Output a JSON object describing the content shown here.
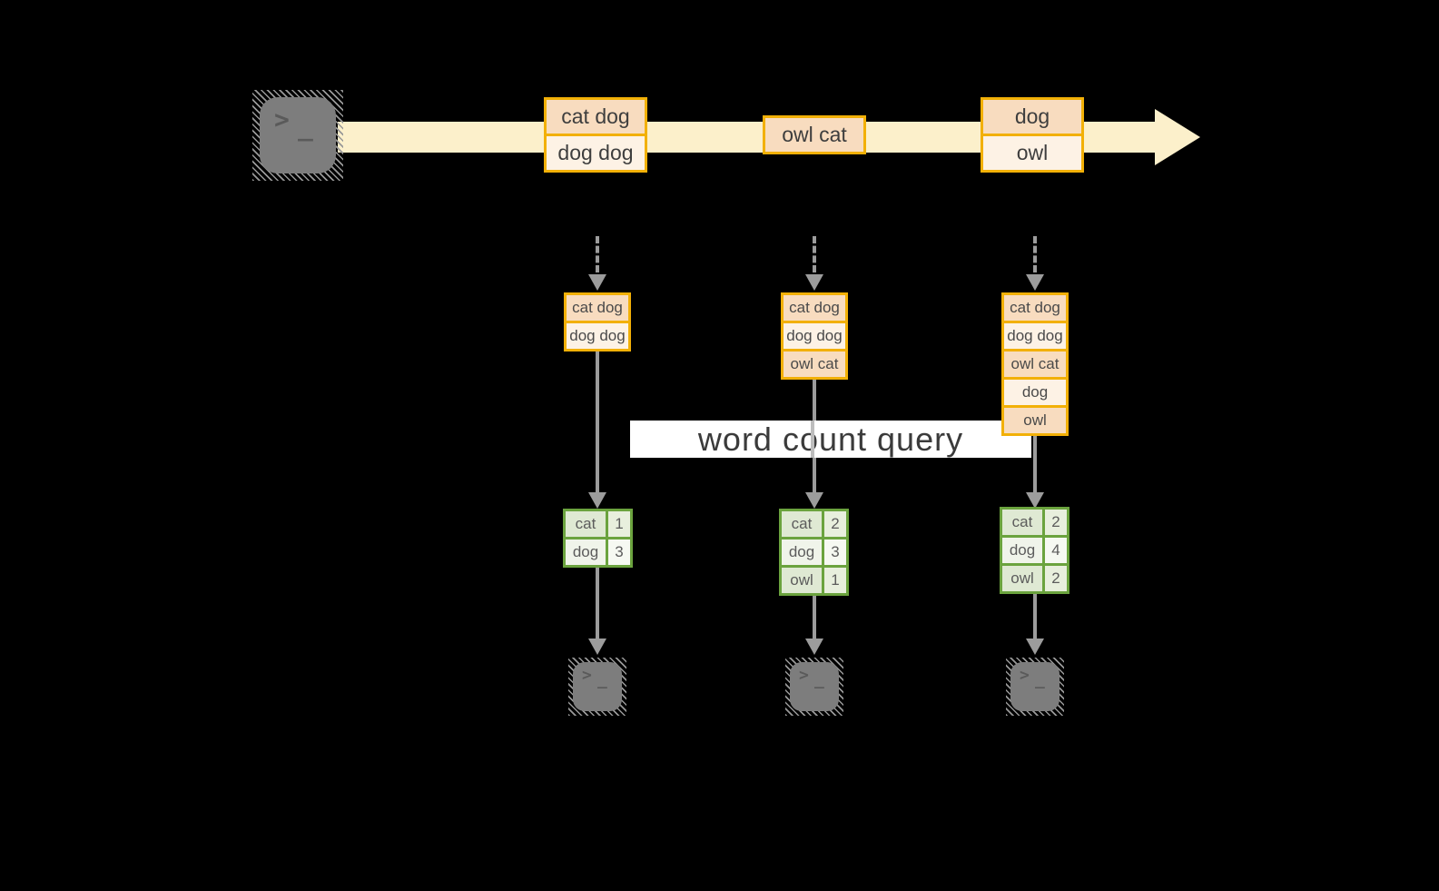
{
  "query": {
    "label": "word count query"
  },
  "glyphs": {
    "terminal_prompt": ">",
    "terminal_cursor": "_"
  },
  "colors": {
    "background": "#000000",
    "stream_band": "#fcf0cb",
    "event_border": "#f2b007",
    "event_fill_dark": "#f8dcbf",
    "event_fill_light": "#fdf2e5",
    "table_border": "#6ba33e",
    "table_fill_dark": "#dfe9d3",
    "table_fill_light": "#f0f4ea",
    "connector_gray": "#9c9c9c",
    "terminal_gray": "#7d7d7d",
    "text_dark": "#3e3e3e",
    "query_band_bg": "#ffffff"
  },
  "stream": {
    "events": [
      {
        "lines": [
          "cat dog",
          "dog dog"
        ]
      },
      {
        "lines": [
          "owl cat"
        ]
      },
      {
        "lines": [
          "dog",
          "owl"
        ]
      }
    ]
  },
  "panes": [
    {
      "buffer": [
        "cat dog",
        "dog dog"
      ],
      "counts": [
        {
          "word": "cat",
          "count": "1"
        },
        {
          "word": "dog",
          "count": "3"
        }
      ]
    },
    {
      "buffer": [
        "cat dog",
        "dog dog",
        "owl cat"
      ],
      "counts": [
        {
          "word": "cat",
          "count": "2"
        },
        {
          "word": "dog",
          "count": "3"
        },
        {
          "word": "owl",
          "count": "1"
        }
      ]
    },
    {
      "buffer": [
        "cat dog",
        "dog dog",
        "owl cat",
        "dog",
        "owl"
      ],
      "counts": [
        {
          "word": "cat",
          "count": "2"
        },
        {
          "word": "dog",
          "count": "4"
        },
        {
          "word": "owl",
          "count": "2"
        }
      ]
    }
  ]
}
